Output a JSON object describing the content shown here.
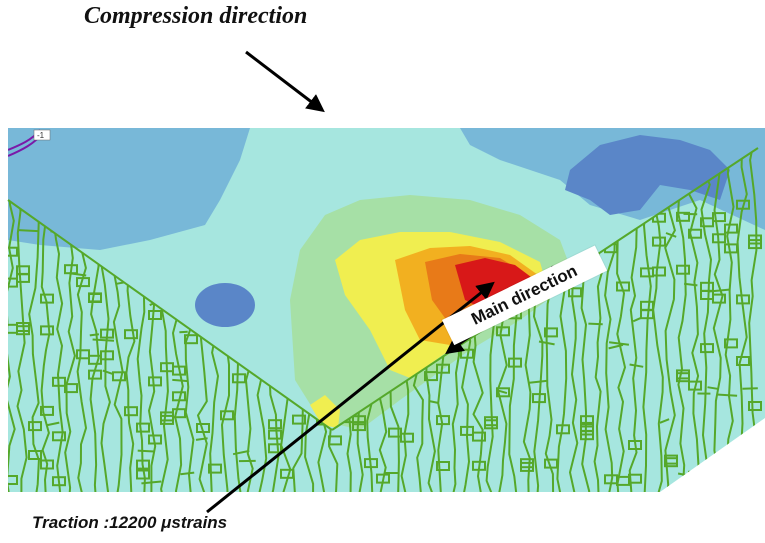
{
  "labels": {
    "compression": "Compression direction",
    "main_direction": "Main direction",
    "traction": "Traction :12200 μstrains",
    "legend_tag": "-1"
  },
  "colors": {
    "background_cyan": "#a6e6df",
    "light_blue": "#78b8d8",
    "mid_blue": "#6a9fd0",
    "dark_blue": "#4a70b8",
    "light_green": "#a6e0a6",
    "green_mesh": "#55a82a",
    "yellow": "#f0ee50",
    "orange": "#f2b020",
    "orange_dark": "#e87a18",
    "red": "#d81818",
    "purple": "#7a1aa8"
  }
}
